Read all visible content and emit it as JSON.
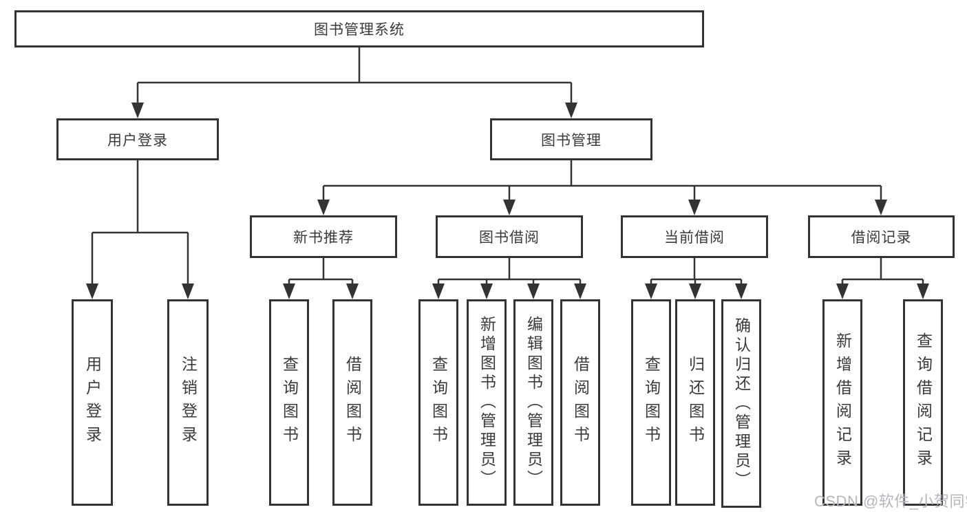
{
  "nodes": {
    "root": {
      "label": "图书管理系统"
    },
    "user_login": {
      "label": "用户登录"
    },
    "book_mgmt": {
      "label": "图书管理"
    },
    "new_book_rec": {
      "label": "新书推荐"
    },
    "book_borrow": {
      "label": "图书借阅"
    },
    "current_borrow": {
      "label": "当前借阅"
    },
    "borrow_records": {
      "label": "借阅记录"
    },
    "leaf_user_login": {
      "label": "用户登录"
    },
    "leaf_logout": {
      "label": "注销登录"
    },
    "leaf_query_books_a": {
      "label": "查询图书"
    },
    "leaf_borrow_books_a": {
      "label": "借阅图书"
    },
    "leaf_query_books_b": {
      "label": "查询图书"
    },
    "leaf_add_books": {
      "label": "新增图书（管理员）"
    },
    "leaf_edit_books": {
      "label": "编辑图书（管理员）"
    },
    "leaf_borrow_books_b": {
      "label": "借阅图书"
    },
    "leaf_query_books_c": {
      "label": "查询图书"
    },
    "leaf_return_books": {
      "label": "归还图书"
    },
    "leaf_confirm_return": {
      "label": "确认归还（管理员）"
    },
    "leaf_add_record": {
      "label": "新增借阅记录"
    },
    "leaf_query_record": {
      "label": "查询借阅记录"
    }
  },
  "watermark": {
    "text": "CSDN @软件_小贺同学"
  },
  "colors": {
    "line": "#333333",
    "text": "#3a3a3a",
    "watermark": "#b5b5bd",
    "background": "#ffffff"
  }
}
